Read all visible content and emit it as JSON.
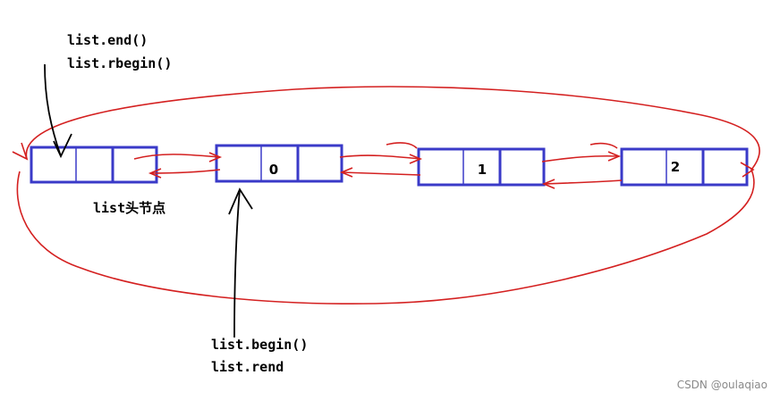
{
  "labels": {
    "end": "list.end()",
    "rbegin": "list.rbegin()",
    "head": "list头节点",
    "begin": "list.begin()",
    "rend": "list.rend"
  },
  "nodes": [
    {
      "id": "head",
      "value": ""
    },
    {
      "id": "node-0",
      "value": "0"
    },
    {
      "id": "node-1",
      "value": "1"
    },
    {
      "id": "node-2",
      "value": "2"
    }
  ],
  "watermark": "CSDN @oulaqiao",
  "colors": {
    "node_border": "#3a3ac8",
    "link": "#d42020",
    "pointer": "#000000"
  }
}
